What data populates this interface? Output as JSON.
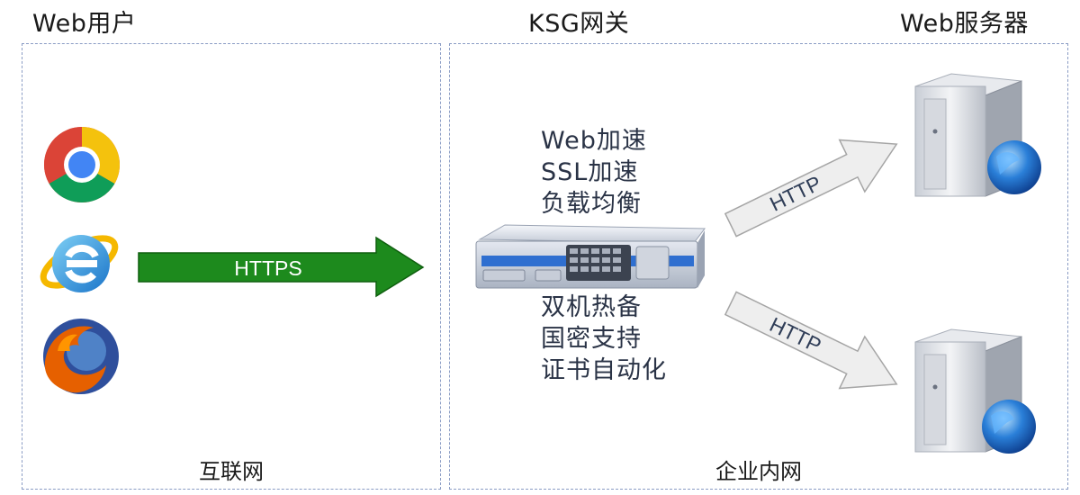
{
  "headers": {
    "client": "Web用户",
    "gateway": "KSG网关",
    "server": "Web服务器"
  },
  "zones": {
    "internet": "互联网",
    "intranet": "企业内网"
  },
  "features_top": [
    "Web加速",
    "SSL加速",
    "负载均衡"
  ],
  "features_bottom": [
    "双机热备",
    "国密支持",
    "证书自动化"
  ],
  "arrows": {
    "https": "HTTPS",
    "http_top": "HTTP",
    "http_bottom": "HTTP"
  },
  "colors": {
    "https_arrow": "#1d8a1d",
    "http_arrow": "#eeeeee",
    "zone_border": "#8a9cc4"
  },
  "icons": [
    "chrome-icon",
    "internet-explorer-icon",
    "firefox-icon",
    "gateway-appliance-icon",
    "server-icon",
    "globe-icon"
  ]
}
